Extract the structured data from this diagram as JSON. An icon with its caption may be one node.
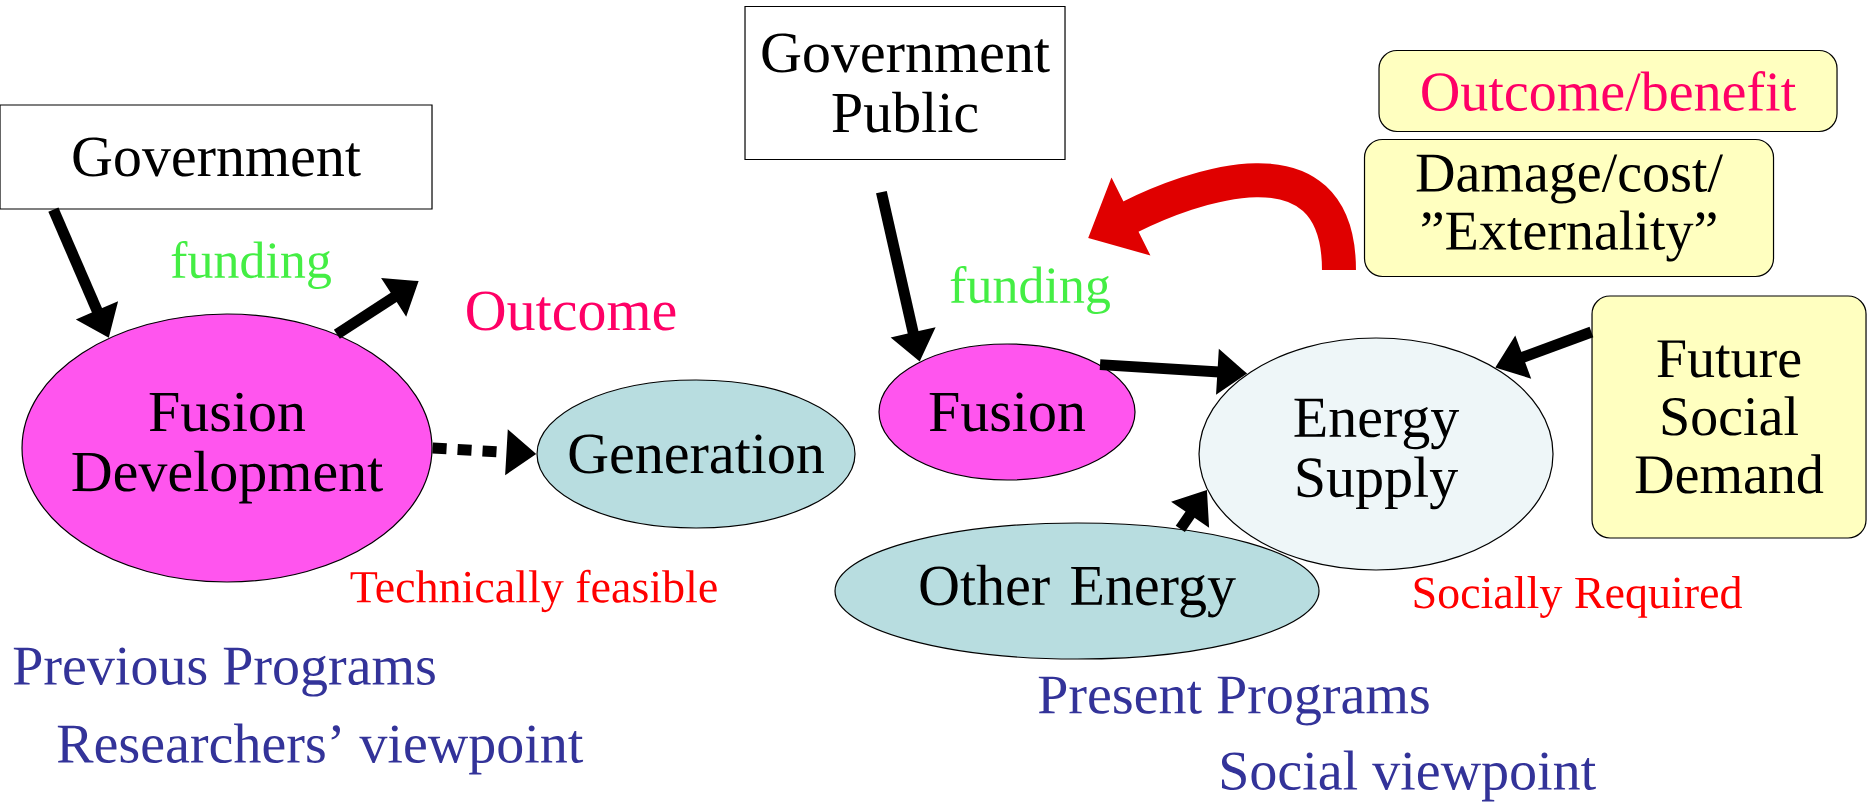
{
  "diagram": {
    "nodes": [
      {
        "text": [
          "Government"
        ]
      },
      {
        "text": [
          "Fusion Development"
        ]
      },
      {
        "text": [
          "Outcome"
        ]
      },
      {
        "text": [
          "Generation"
        ]
      },
      {
        "text": [
          "Government Public"
        ]
      },
      {
        "text": [
          "Fusion"
        ]
      },
      {
        "text": [
          "Energy Supply"
        ]
      },
      {
        "text": [
          "Other Energy"
        ]
      },
      {
        "text": [
          "Outcome/benefit"
        ]
      },
      {
        "text": [
          "Damage/cost/ ”Externality”"
        ]
      },
      {
        "text": [
          "Future Social Demand"
        ]
      }
    ],
    "edges": [
      {
        "from": 0,
        "to": 1,
        "arrow": "to"
      },
      {
        "from": 1,
        "to": 2,
        "arrow": "to"
      },
      {
        "from": 1,
        "to": 3,
        "arrow": "to",
        "style": "dashed"
      },
      {
        "from": 4,
        "to": 5,
        "arrow": "to"
      },
      {
        "from": 5,
        "to": 6,
        "arrow": "to"
      },
      {
        "from": 7,
        "to": 6,
        "arrow": "to"
      },
      {
        "from": 10,
        "to": 6,
        "arrow": "to"
      },
      {
        "from": 6,
        "to": null,
        "arrow": "to",
        "style": "thick",
        "color": "#e00000"
      }
    ],
    "labels": [
      "funding",
      "funding",
      "Technically feasible",
      "Socially Required",
      "Previous Programs",
      "Researchers’ viewpoint",
      "Present Programs",
      "Social viewpoint"
    ]
  }
}
